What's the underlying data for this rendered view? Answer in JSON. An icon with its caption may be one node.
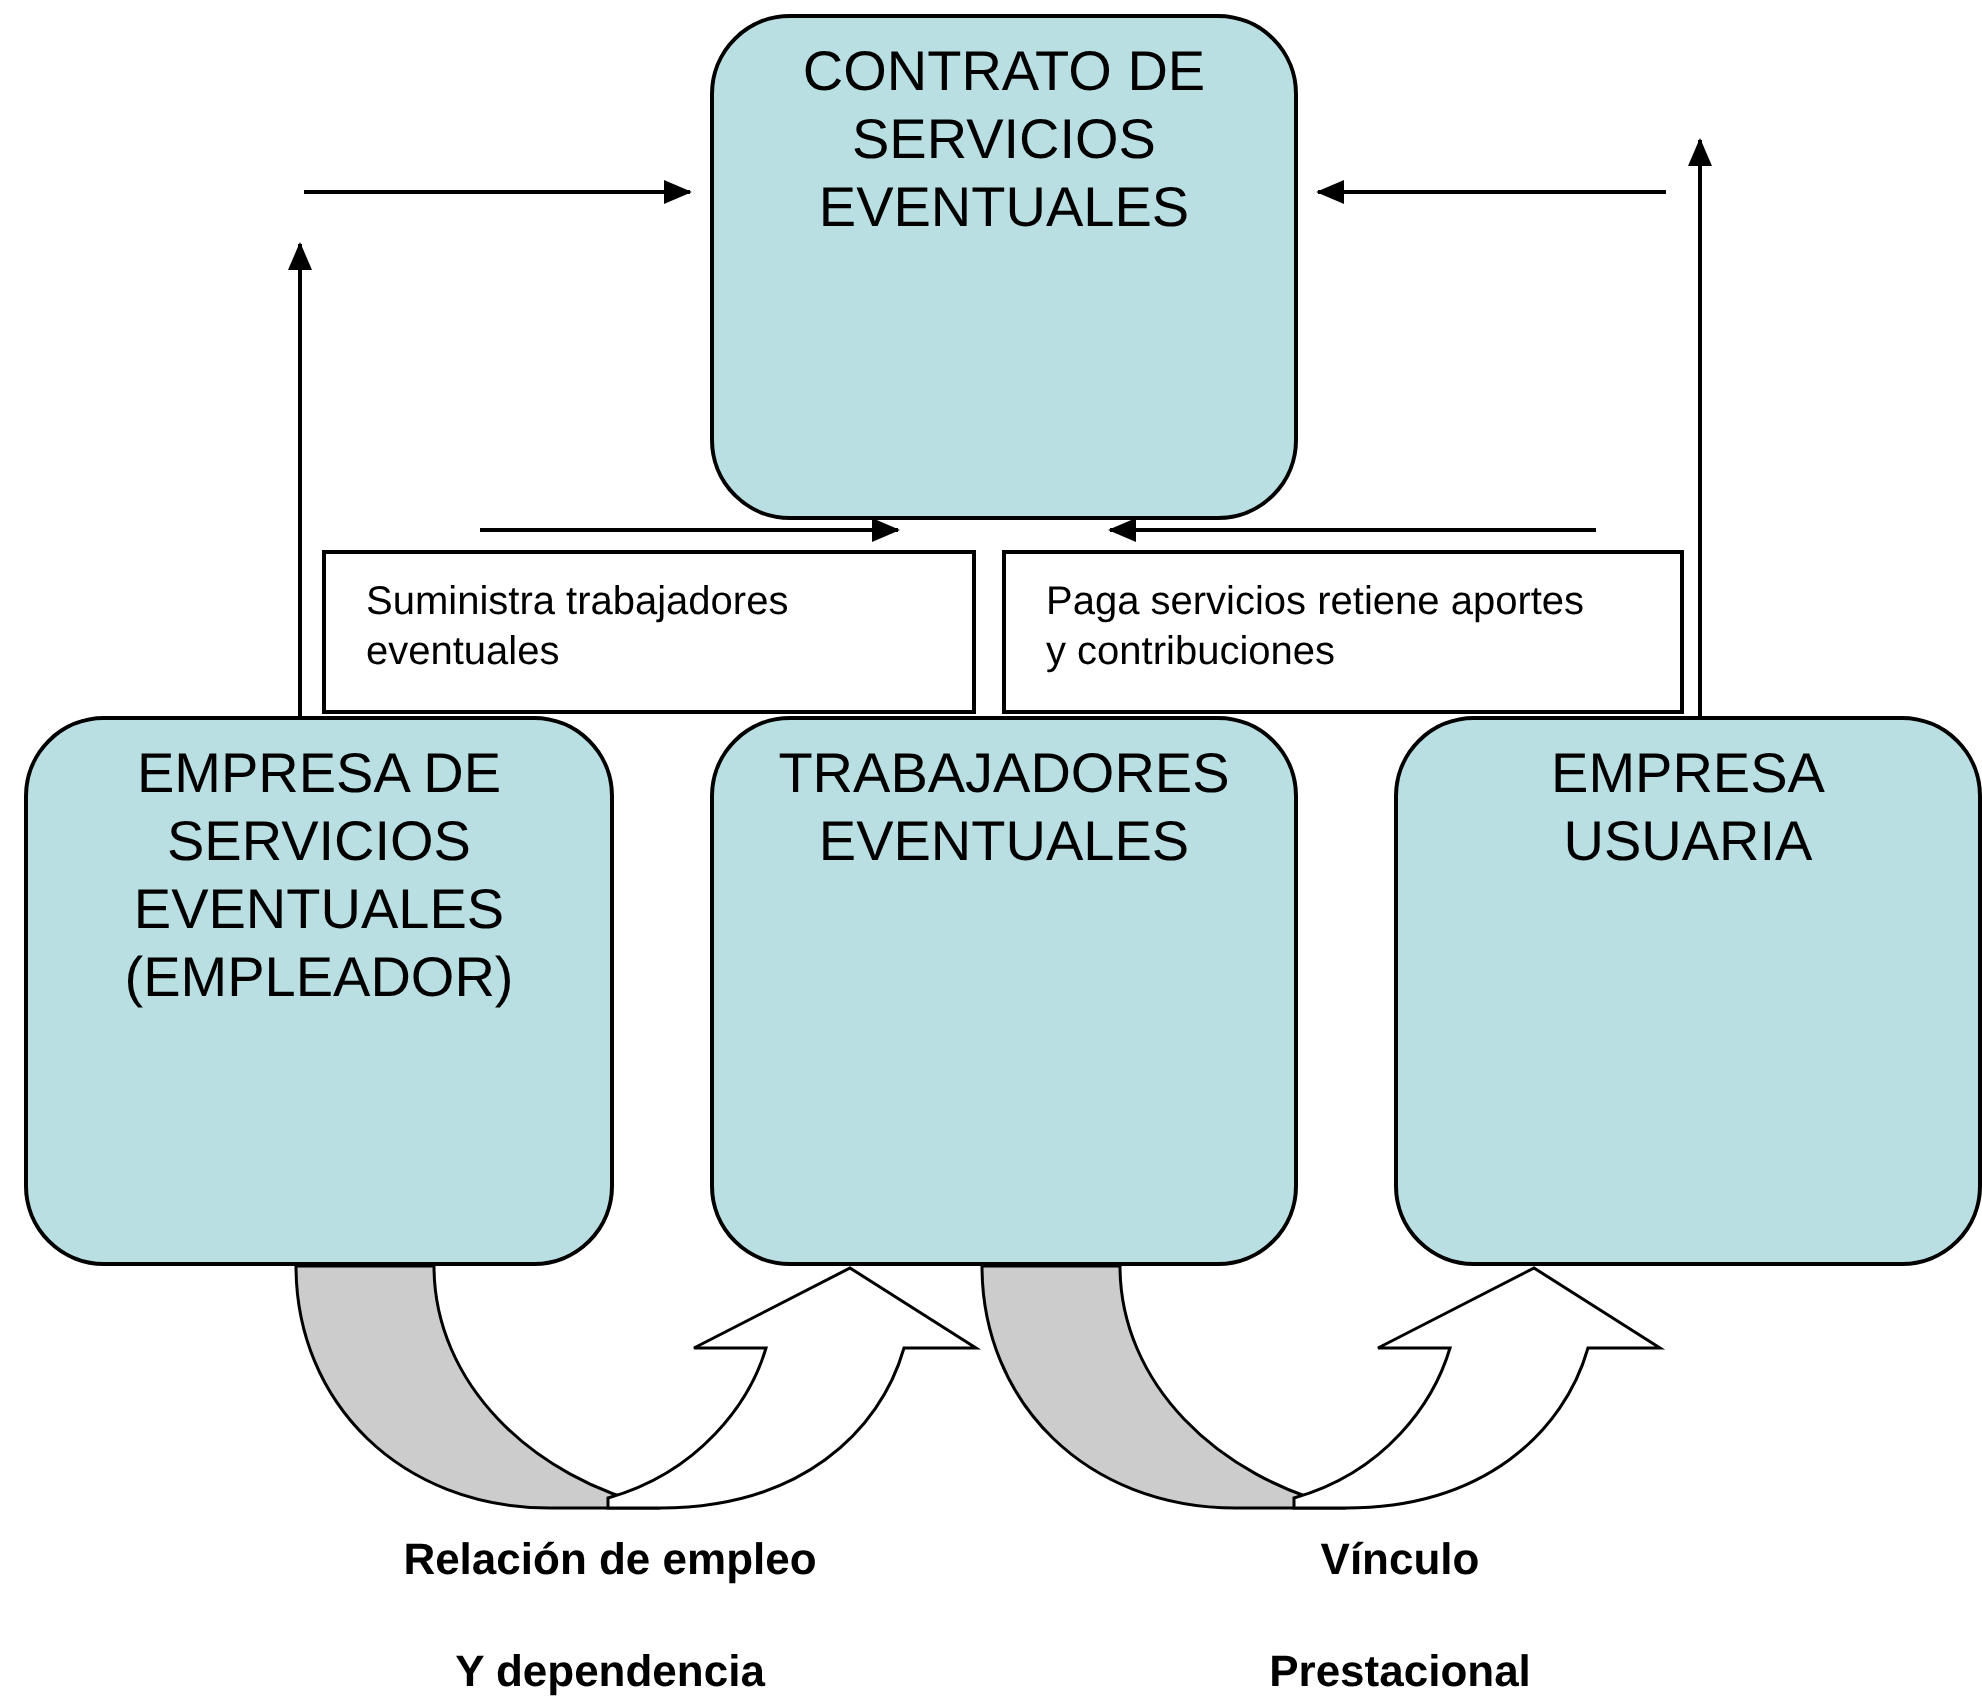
{
  "diagram": {
    "nodes": [
      {
        "text": [
          "CONTRATO DE SERVICIOS EVENTUALES"
        ]
      },
      {
        "text": [
          "Suministra trabajadores eventuales"
        ]
      },
      {
        "text": [
          "Paga servicios retiene aportes y contribuciones"
        ]
      },
      {
        "text": [
          "EMPRESA DE SERVICIOS EVENTUALES (EMPLEADOR)"
        ]
      },
      {
        "text": [
          "TRABAJADORES EVENTUALES"
        ]
      },
      {
        "text": [
          "EMPRESA USUARIA"
        ]
      }
    ],
    "edges": [
      {
        "from": 3,
        "to": null,
        "arrow": "to"
      },
      {
        "from": null,
        "to": 0,
        "arrow": "to"
      },
      {
        "from": 5,
        "to": null,
        "arrow": "to"
      },
      {
        "from": null,
        "to": 0,
        "arrow": "to"
      },
      {
        "from": 1,
        "to": 0,
        "arrow": "to"
      },
      {
        "from": 2,
        "to": 0,
        "arrow": "to"
      },
      {
        "from": 3,
        "to": 4,
        "arrow": "to",
        "style": "thick",
        "label": "Relación de empleo Y dependencia"
      },
      {
        "from": 4,
        "to": 5,
        "arrow": "to",
        "style": "thick",
        "label": "Vínculo Prestacional"
      }
    ]
  }
}
